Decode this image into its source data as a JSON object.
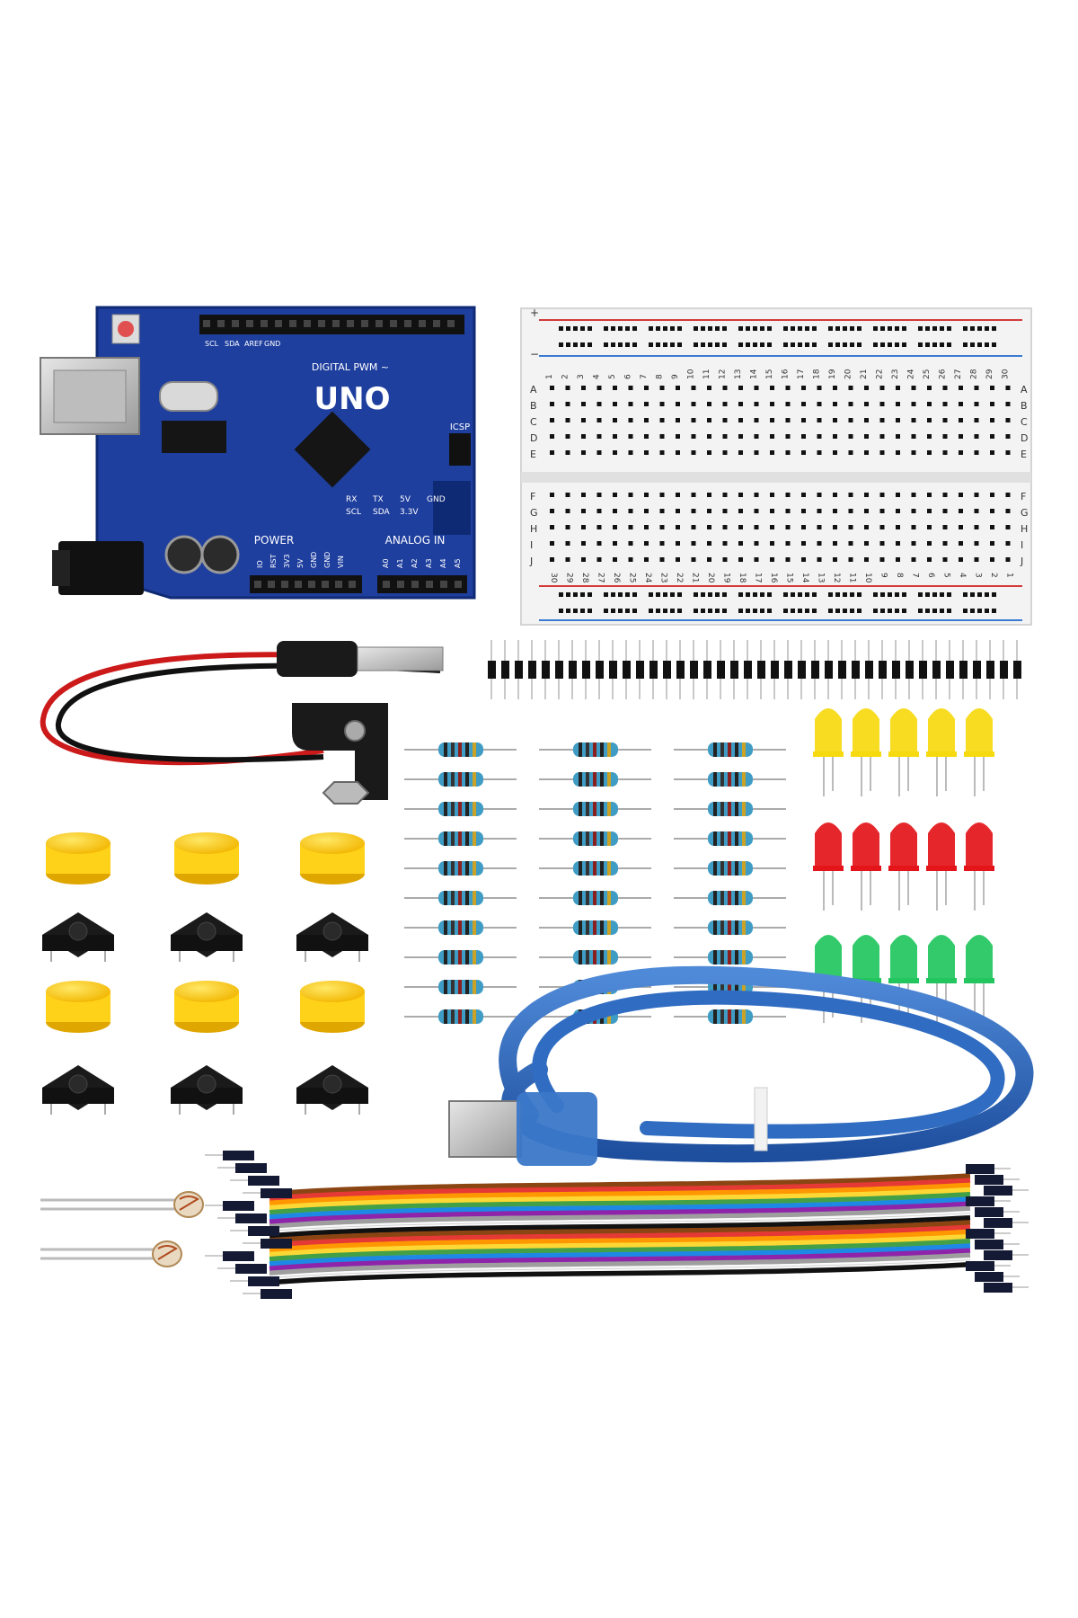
{
  "product": {
    "board": {
      "name": "UNO",
      "header_digital": "DIGITAL PWM ~",
      "header_power": "POWER",
      "header_analog": "ANALOG IN",
      "icsp": "ICSP",
      "top_pins": [
        "SCL",
        "SDA",
        "AREF",
        "GND"
      ],
      "bottom_labels": [
        "RX",
        "TX",
        "5V",
        "GND",
        "SCL",
        "SDA",
        "3.3V"
      ],
      "power_pins": [
        "IO",
        "RST",
        "3V3",
        "5V",
        "GND",
        "GND",
        "VIN"
      ],
      "analog_pins": [
        "A0",
        "A1",
        "A2",
        "A3",
        "A4",
        "A5"
      ],
      "colors": {
        "pcb": "#1f3f9e",
        "usb": "#c0c0c0"
      }
    },
    "breadboard": {
      "rows_top": [
        "A",
        "B",
        "C",
        "D",
        "E"
      ],
      "rows_bottom": [
        "F",
        "G",
        "H",
        "I",
        "J"
      ],
      "columns": 30,
      "rail_plus": "+",
      "rail_minus": "−"
    },
    "components": {
      "button_cap_color": "#ffd21a",
      "led_colors": [
        "#f6d90f",
        "#e3151a",
        "#22c55e"
      ]
    }
  }
}
